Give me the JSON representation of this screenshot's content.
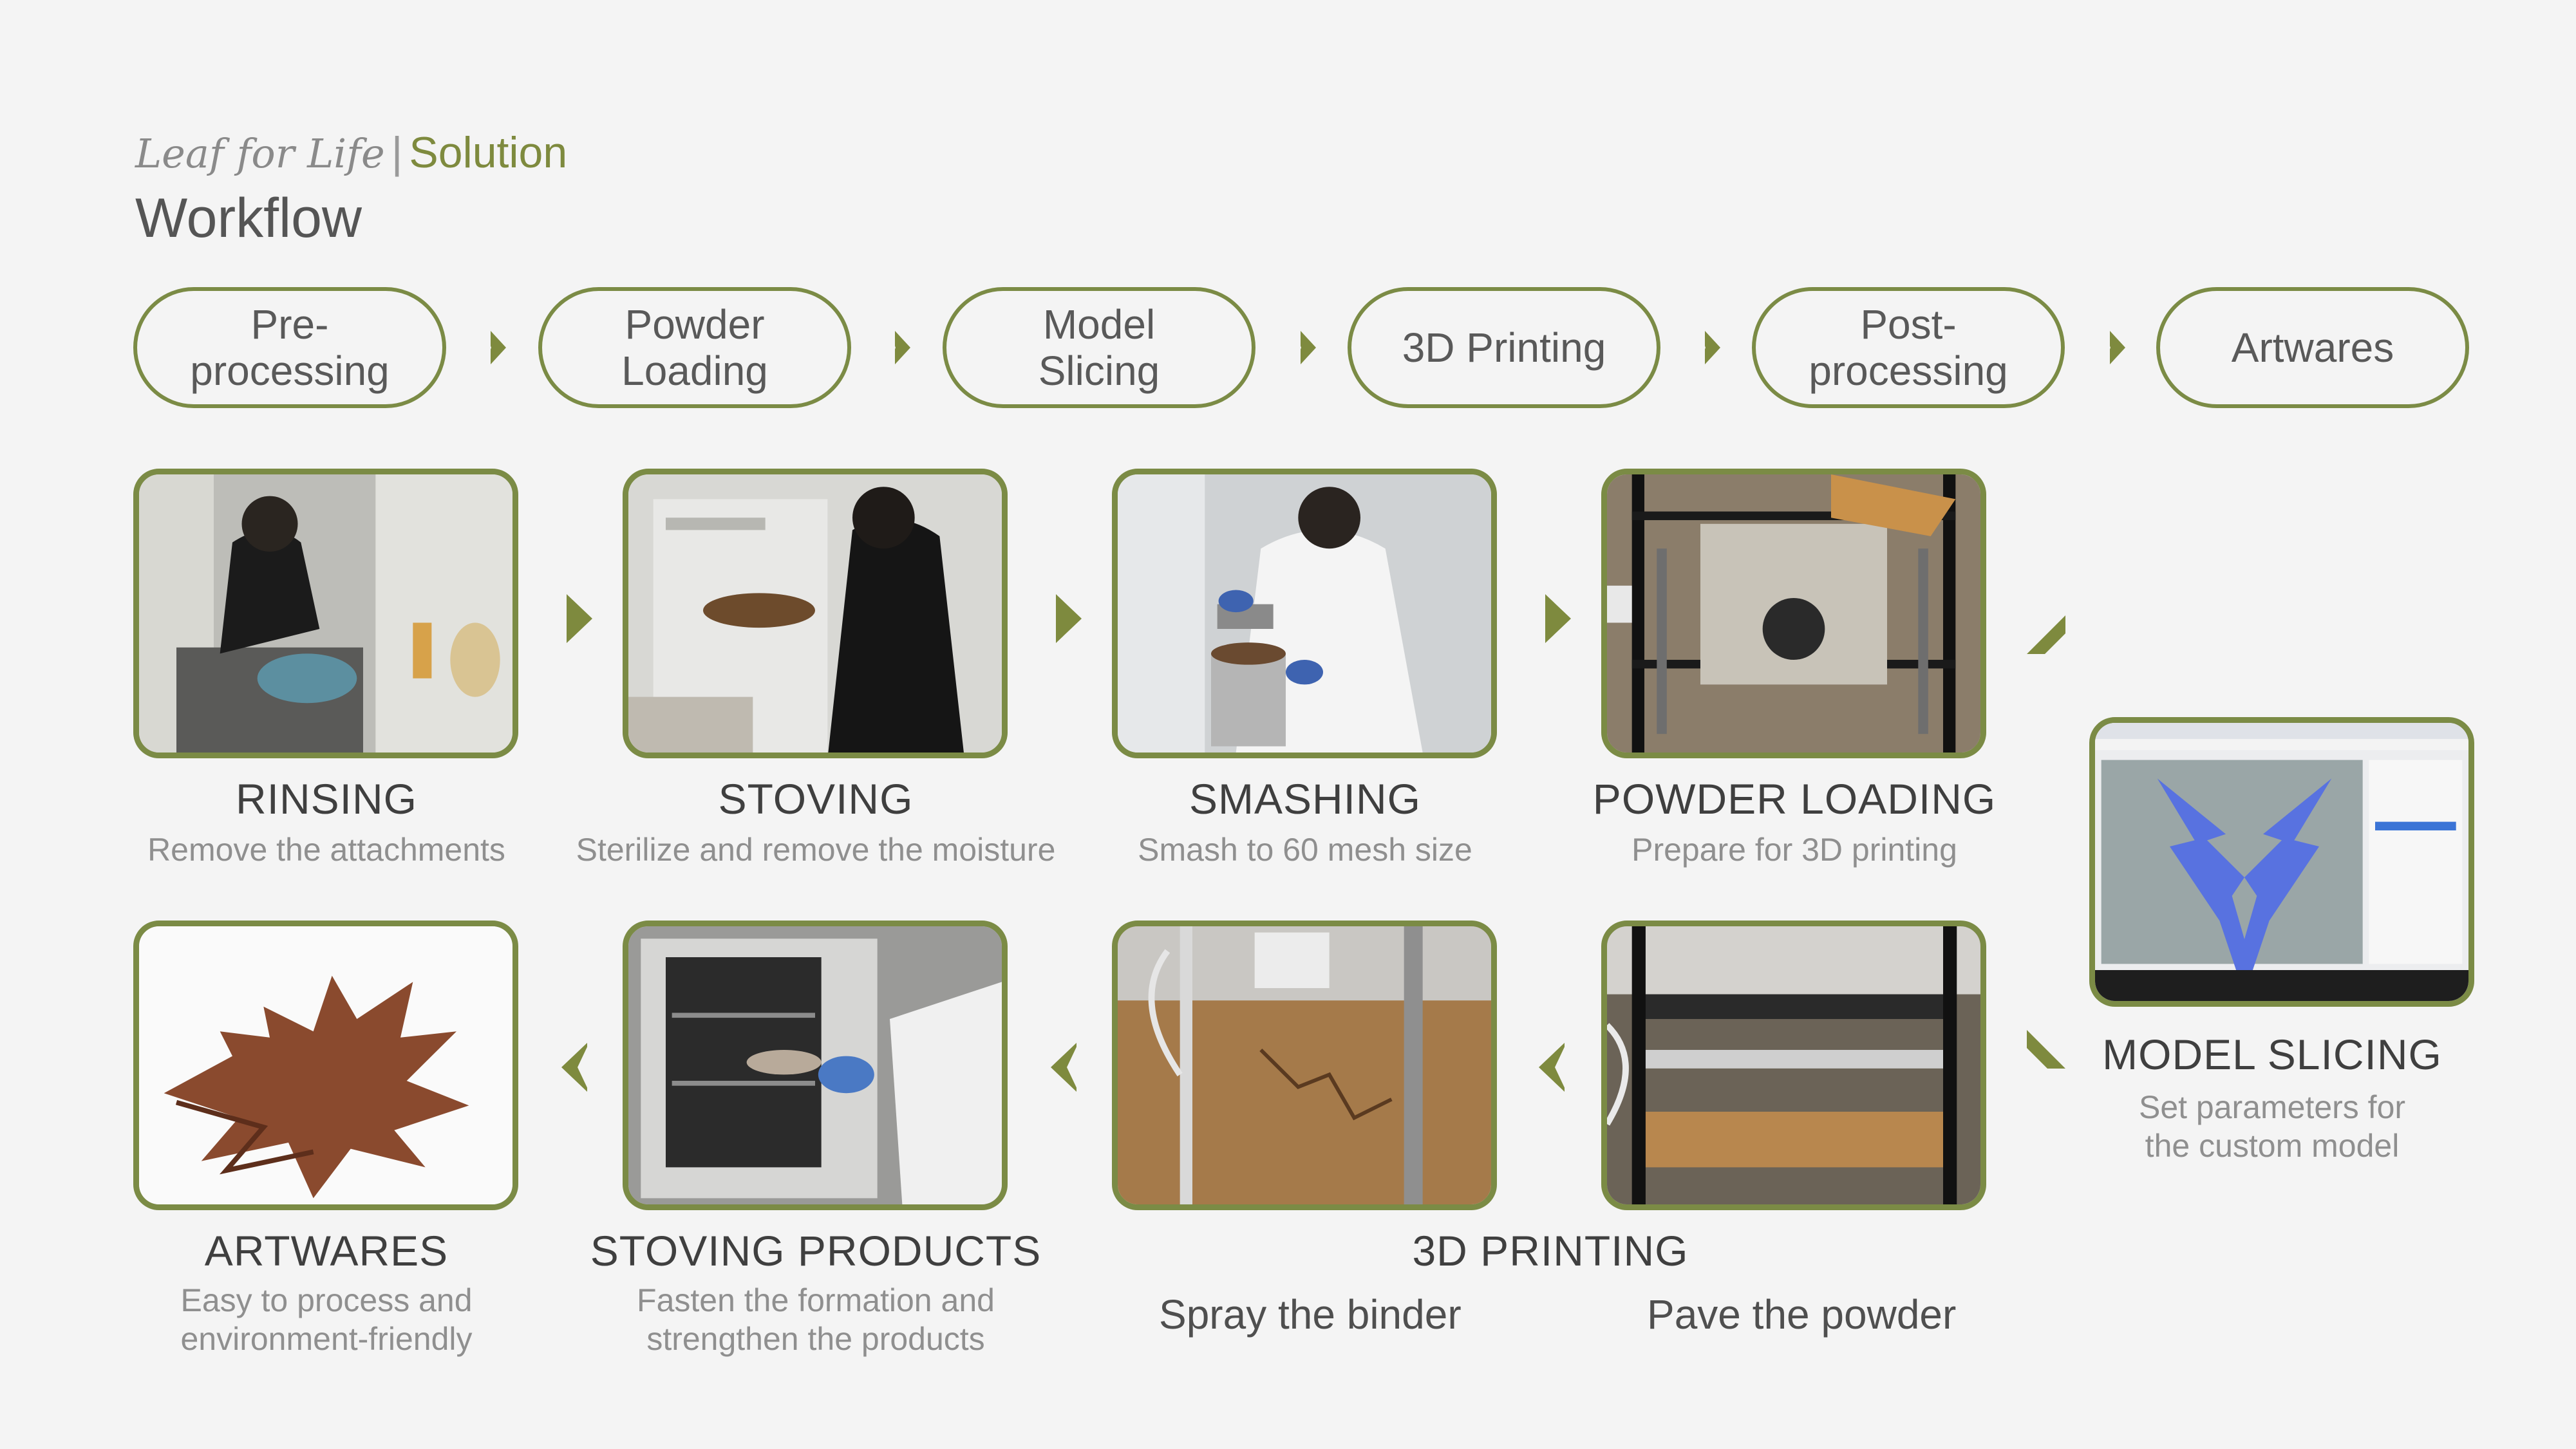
{
  "header": {
    "brand_name": "Leaf for Life",
    "separator": "|",
    "section": "Solution",
    "title": "Workflow"
  },
  "stages": [
    {
      "label": "Pre- processing"
    },
    {
      "label": "Powder Loading"
    },
    {
      "label": "Model Slicing"
    },
    {
      "label": "3D Printing"
    },
    {
      "label": "Post- processing"
    },
    {
      "label": "Artwares"
    }
  ],
  "steps": {
    "rinsing": {
      "title": "RINSING",
      "desc": "Remove the attachments"
    },
    "stoving": {
      "title": "STOVING",
      "desc": "Sterilize and remove the moisture"
    },
    "smashing": {
      "title": "SMASHING",
      "desc": "Smash to 60 mesh size"
    },
    "powder_loading": {
      "title": "POWDER LOADING",
      "desc": "Prepare for 3D printing"
    },
    "model_slicing": {
      "title": "MODEL SLICING",
      "desc_line1": "Set parameters for",
      "desc_line2": "the custom model"
    },
    "printing": {
      "title": "3D PRINTING",
      "left": "Spray the binder",
      "right": "Pave the powder"
    },
    "stoving_products": {
      "title": "STOVING PRODUCTS",
      "desc_line1": "Fasten the formation and",
      "desc_line2": "strengthen the products"
    },
    "artwares": {
      "title": "ARTWARES",
      "desc_line1": "Easy to process and",
      "desc_line2": "environment-friendly"
    }
  },
  "colors": {
    "accent": "#7b8b45",
    "background": "#f4f4f4",
    "text": "#4d4d4d",
    "subtext": "#8f8f8f"
  }
}
